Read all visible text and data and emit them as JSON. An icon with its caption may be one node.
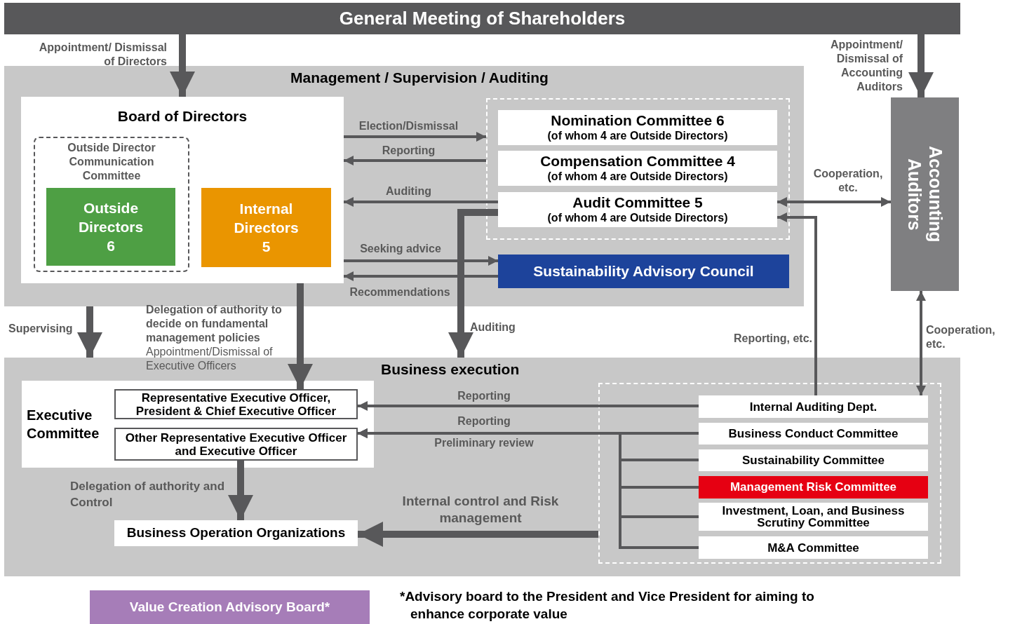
{
  "diagram": {
    "nodes": [
      {
        "text": [
          "General Meeting of Shareholders"
        ]
      },
      {
        "text": [
          "Management / Supervision / Auditing"
        ]
      },
      {
        "text": [
          "Board of Directors"
        ],
        "in": 1
      },
      {
        "text": [
          "Outside Director Communication Committee"
        ],
        "in": 2
      },
      {
        "text": [
          "Outside Directors 6"
        ],
        "in": 3
      },
      {
        "text": [
          "Internal Directors 5"
        ],
        "in": 2
      },
      {
        "text": [],
        "shape": "box",
        "in": 1
      },
      {
        "text": [
          "Nomination Committee 6",
          "(of whom 4 are Outside Directors)"
        ],
        "in": 6
      },
      {
        "text": [
          "Compensation Committee 4",
          "(of whom 4 are Outside Directors)"
        ],
        "in": 6
      },
      {
        "text": [
          "Audit Committee 5",
          "(of whom 4 are Outside Directors)"
        ],
        "in": 6
      },
      {
        "text": [
          "Sustainability Advisory Council"
        ],
        "in": 1
      },
      {
        "text": [
          "Accounting Auditors"
        ]
      },
      {
        "text": [
          "Business execution"
        ]
      },
      {
        "text": [
          "Executive Committee"
        ],
        "in": 12
      },
      {
        "text": [
          "Representative Executive Officer, President & Chief Executive Officer"
        ],
        "in": 13
      },
      {
        "text": [
          "Other Representative Executive Officer and Executive Officer"
        ],
        "in": 13
      },
      {
        "text": [
          "Business Operation Organizations"
        ],
        "in": 12
      },
      {
        "text": [],
        "shape": "box",
        "in": 12
      },
      {
        "text": [
          "Internal Auditing Dept."
        ],
        "in": 17
      },
      {
        "text": [
          "Business Conduct Committee"
        ],
        "in": 17
      },
      {
        "text": [
          "Sustainability Committee"
        ],
        "in": 17
      },
      {
        "text": [
          "Management Risk Committee"
        ],
        "in": 17
      },
      {
        "text": [
          "Investment, Loan, and Business Scrutiny Committee"
        ],
        "in": 17
      },
      {
        "text": [
          "M&A Committee"
        ],
        "in": 17
      },
      {
        "text": [
          "Value Creation Advisory Board*"
        ]
      }
    ],
    "edges": [
      {
        "from": 0,
        "to": 2,
        "arrow": "to",
        "label": "Appointment/ Dismissal of Directors",
        "style": "thick"
      },
      {
        "from": 0,
        "to": 11,
        "arrow": "to",
        "label": "Appointment/ Dismissal of Accounting Auditors",
        "style": "thick"
      },
      {
        "from": 2,
        "to": 6,
        "arrow": "to",
        "label": "Election/Dismissal"
      },
      {
        "from": 6,
        "to": 2,
        "arrow": "to",
        "label": "Reporting"
      },
      {
        "from": 9,
        "to": 2,
        "arrow": "to",
        "label": "Auditing"
      },
      {
        "from": 2,
        "to": 10,
        "arrow": "to",
        "label": "Seeking advice"
      },
      {
        "from": 10,
        "to": 2,
        "arrow": "to",
        "label": "Recommendations"
      },
      {
        "from": 9,
        "to": 11,
        "arrow": "both",
        "label": "Cooperation, etc."
      },
      {
        "from": 18,
        "to": 9,
        "arrow": "to",
        "label": "Reporting, etc."
      },
      {
        "from": 11,
        "to": 18,
        "arrow": "both",
        "label": "Cooperation, etc."
      },
      {
        "from": 1,
        "to": 12,
        "arrow": "to",
        "label": "Supervising",
        "style": "thick"
      },
      {
        "from": 2,
        "to": 14,
        "arrow": "to",
        "label": "**Delegation of authority to decide on fundamental management policies** Appointment/Dismissal of Executive Officers",
        "style": "thick"
      },
      {
        "from": 9,
        "to": 12,
        "arrow": "to",
        "label": "Auditing",
        "style": "thick"
      },
      {
        "from": 18,
        "to": 14,
        "arrow": "to",
        "label": "Reporting"
      },
      {
        "from": 19,
        "to": 15,
        "arrow": "to",
        "label": "Reporting"
      },
      {
        "from": 20,
        "to": 15,
        "arrow": "to",
        "label": "Preliminary review"
      },
      {
        "from": 21,
        "to": 15,
        "arrow": "to"
      },
      {
        "from": 22,
        "to": 15,
        "arrow": "to"
      },
      {
        "from": 23,
        "to": 15,
        "arrow": "to"
      },
      {
        "from": 17,
        "to": 16,
        "arrow": "to",
        "label": "Internal control and Risk management",
        "style": "thick"
      },
      {
        "from": 15,
        "to": 16,
        "arrow": "to",
        "label": "Delegation of authority and Control",
        "style": "thick"
      }
    ],
    "labels": [
      "*Advisory board to the President and Vice President for aiming to enhance corporate value"
    ]
  }
}
